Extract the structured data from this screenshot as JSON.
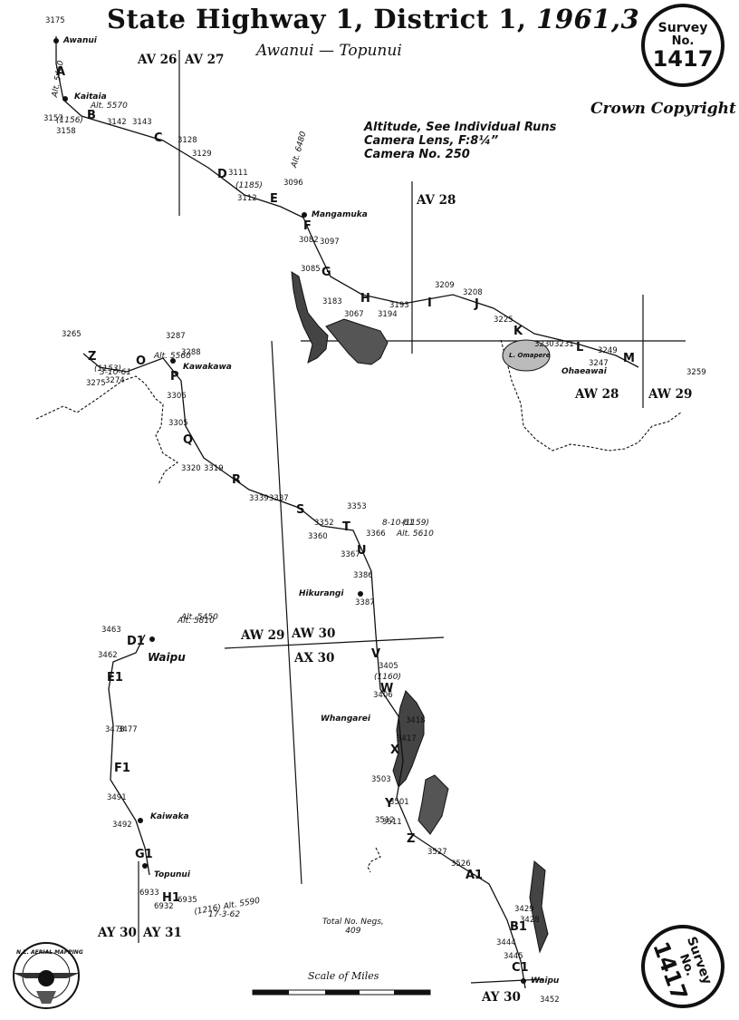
{
  "title": {
    "main": "State Highway 1, District 1,",
    "year": "1961,3"
  },
  "subtitle": "Awanui — Topunui",
  "copyright": "Crown Copyright",
  "stamp": {
    "line1": "Survey",
    "line2": "No.",
    "number": "1417"
  },
  "camera_info": [
    "Altitude, See Individual Runs",
    "Camera Lens, F:8¼”",
    "Camera No. 250"
  ],
  "total_negs": {
    "label": "Total No. Negs,",
    "value": "409"
  },
  "scale_label": "Scale of Miles",
  "logo_text": "N.Z. AERIAL MAPPING",
  "sheets": [
    "AV 26",
    "AV 27",
    "AV 28",
    "AW 28",
    "AW 29",
    "AW 29",
    "AW 30",
    "AX 30",
    "AY 30",
    "AY 31",
    "AY 30"
  ],
  "places": [
    "Awanui",
    "Kaitaia",
    "Mangamuka",
    "L. Omapere",
    "Ohaeawai",
    "Kawakawa",
    "Hikurangi",
    "Whangarei",
    "Waipu",
    "Kaiwaka",
    "Topunui",
    "Waipu"
  ],
  "runs": [
    "A",
    "B",
    "C",
    "D",
    "E",
    "F",
    "G",
    "H",
    "I",
    "J",
    "K",
    "L",
    "M",
    "Z",
    "O",
    "P",
    "Q",
    "R",
    "S",
    "T",
    "U",
    "V",
    "W",
    "X",
    "Y",
    "Z",
    "A1",
    "B1",
    "C1",
    "D1",
    "E1",
    "F1",
    "G1",
    "H1"
  ],
  "negatives": [
    "3175",
    "3157",
    "3158",
    "3142",
    "3143",
    "3128",
    "3129",
    "3111",
    "3112",
    "3096",
    "3097",
    "3082",
    "3085",
    "3067",
    "3183",
    "3194",
    "3193",
    "3209",
    "3208",
    "3225",
    "3230",
    "3231",
    "3249",
    "3247",
    "3259",
    "3265",
    "3275",
    "3274",
    "3288",
    "3287",
    "3305",
    "3306",
    "3320",
    "3319",
    "3339",
    "3337",
    "3352",
    "3353",
    "3360",
    "3366",
    "3367",
    "3386",
    "3387",
    "3405",
    "3406",
    "3418",
    "3417",
    "3429",
    "3428",
    "3444",
    "3445",
    "3452",
    "3462",
    "3463",
    "3478",
    "3477",
    "3492",
    "3491",
    "3501",
    "3503",
    "3511",
    "3512",
    "3526",
    "3527",
    "6933",
    "6932",
    "6935"
  ],
  "notes": [
    "Alt. 5460",
    "Alt. 5570",
    "3-10-61",
    "Alt. 6480",
    "(1185)",
    "(1156)",
    "(1153)",
    "Alt. 5610",
    "8-10-61",
    "Alt. 5560",
    "(1159)",
    "Alt. 5810",
    "(1160)",
    "Alt. 5450",
    "(1216) Alt. 5590",
    "17-3-62"
  ],
  "colors": {
    "ink": "#111111",
    "paper": "#ffffff",
    "hatch": "#333333"
  }
}
